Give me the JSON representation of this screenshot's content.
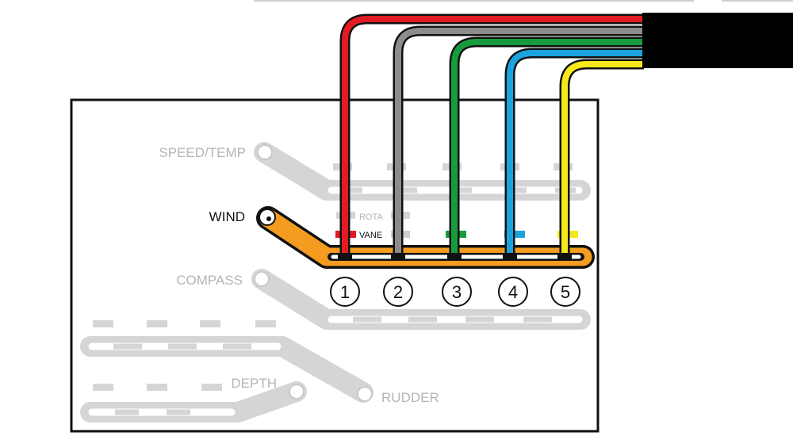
{
  "labels": {
    "speed_temp": "SPEED/TEMP",
    "wind": "WIND",
    "compass": "COMPASS",
    "depth": "DEPTH",
    "rudder": "RUDDER",
    "rota": "ROTA",
    "vane": "VANE"
  },
  "terminals": [
    "1",
    "2",
    "3",
    "4",
    "5"
  ],
  "wires": [
    {
      "color": "red",
      "hex": "#e31b23"
    },
    {
      "color": "grey",
      "hex": "#8c8c8c"
    },
    {
      "color": "green",
      "hex": "#169c3c"
    },
    {
      "color": "blue",
      "hex": "#1ba3de"
    },
    {
      "color": "yellow",
      "hex": "#f6e81a"
    }
  ],
  "colors": {
    "wind_bus": "#f39c1f",
    "inactive": "#d5d5d5",
    "inactive_text": "#b5b5b5",
    "cable_jacket": "#000000",
    "panel_border": "#111111"
  }
}
